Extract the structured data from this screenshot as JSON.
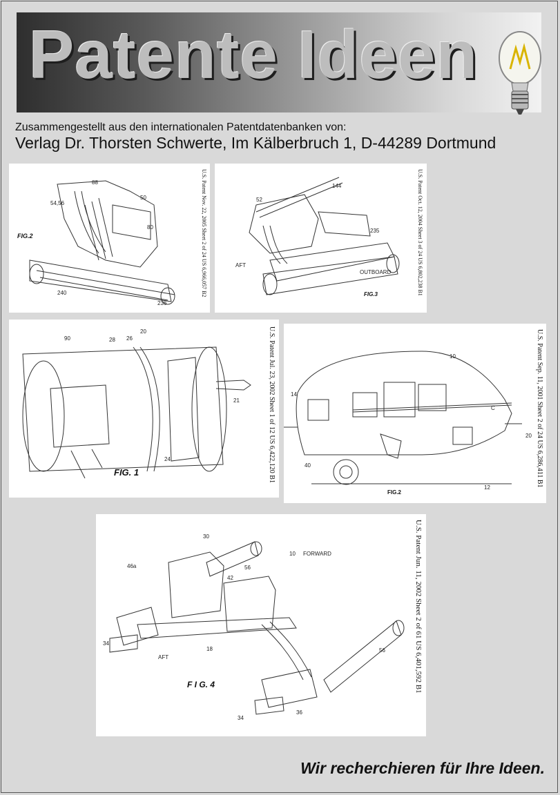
{
  "banner": {
    "title": "Patente Ideen",
    "icon": "light-bulb-icon"
  },
  "header": {
    "subtitle": "Zusammengestellt aus den internationalen Patentdatenbanken von:",
    "publisher": "Verlag Dr. Thorsten Schwerte, Im Kälberbruch 1, D-44289 Dortmund"
  },
  "sheets": [
    {
      "figure": "FIG.2",
      "stamp": "U.S. Patent    Nov. 22, 2005    Sheet 2 of 24    US 6,966,057 B2"
    },
    {
      "figure": "FIG.3",
      "stamp": "U.S. Patent    Oct. 12, 2004    Sheet 3 of 24    US 6,802,238 B1"
    },
    {
      "figure": "FIG. 1",
      "stamp": "U.S. Patent    Jul. 23, 2002    Sheet 1 of 12    US 6,422,120 B1"
    },
    {
      "figure": "FIG.2",
      "stamp": "U.S. Patent    Sep. 11, 2001    Sheet 2 of 24    US 6,286,411 B1"
    },
    {
      "figure": "F I G. 4",
      "stamp": "U.S. Patent    Jun. 11, 2002    Sheet 2 of 61    US 6,401,592 B1"
    }
  ],
  "footer": {
    "slogan": "Wir recherchieren für Ihre Ideen."
  }
}
